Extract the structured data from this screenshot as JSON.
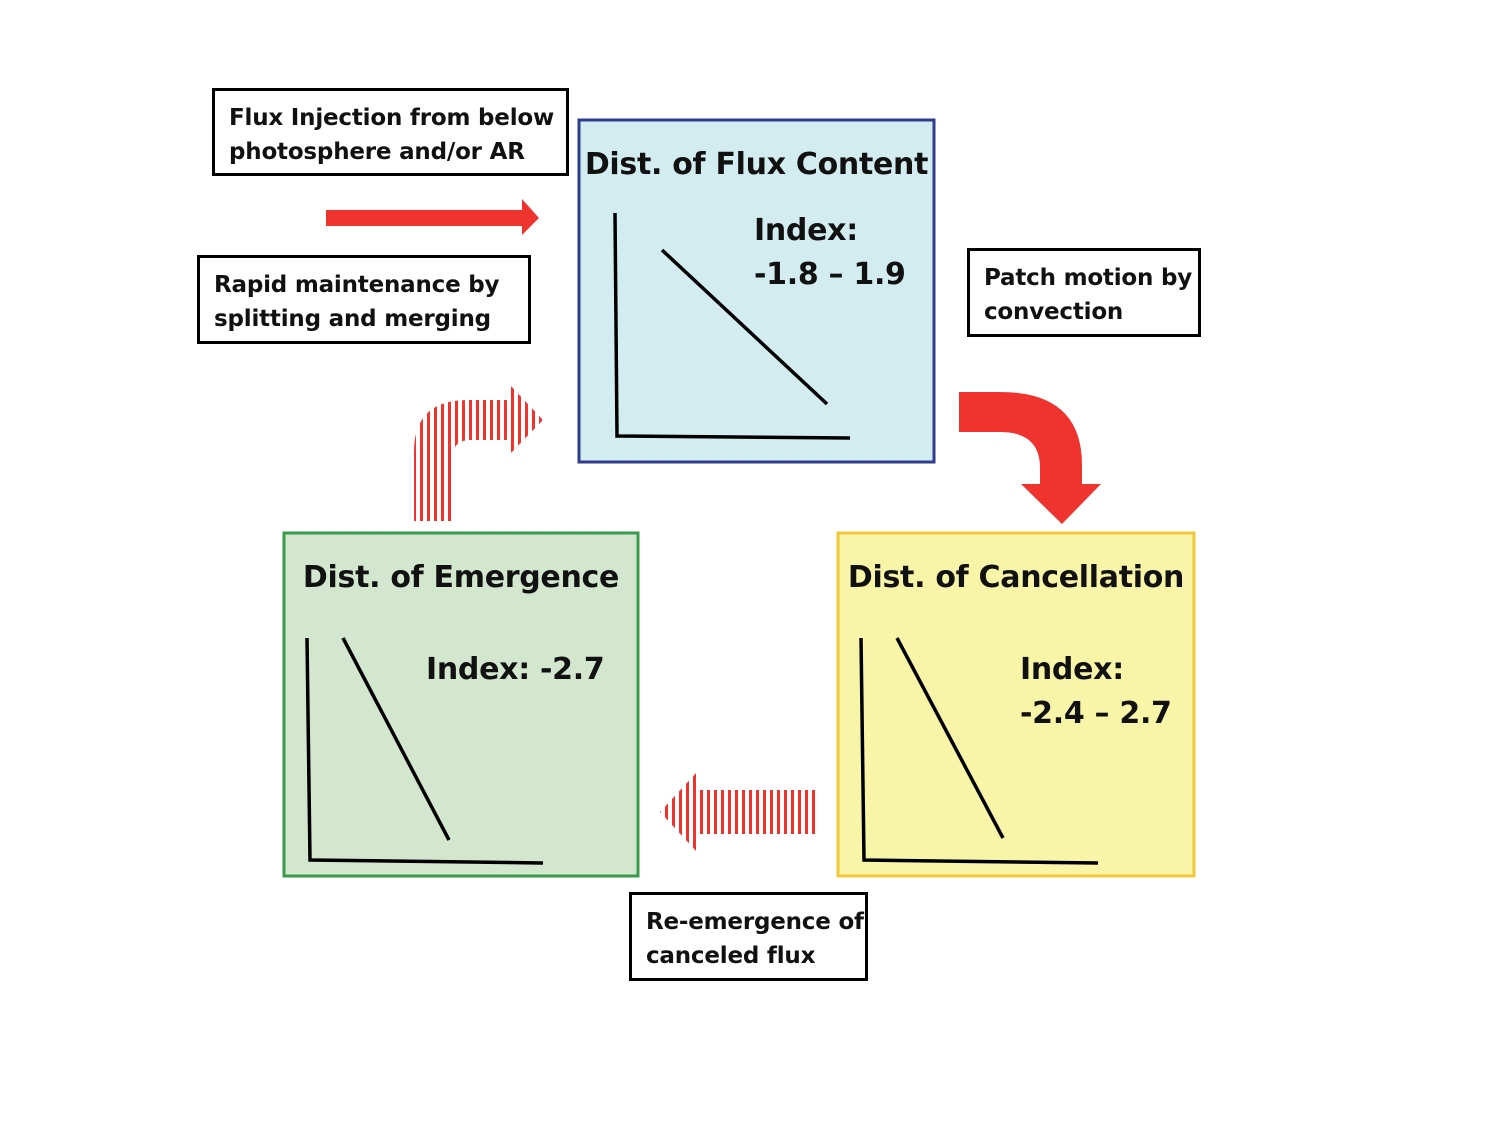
{
  "colors": {
    "flux_fill": "#d3ecf0",
    "flux_border": "#2e3d8c",
    "emergence_fill": "#d3e7cf",
    "emergence_border": "#3a9a4a",
    "cancellation_fill": "#f8f5a8",
    "cancellation_border": "#f2c83a",
    "arrow_red": "#ef3430"
  },
  "notes": {
    "injection": {
      "line1": "Flux Injection from below",
      "line2": "photosphere and/or AR"
    },
    "maintenance": {
      "line1": "Rapid maintenance by",
      "line2": "splitting and merging"
    },
    "patch_motion": {
      "line1": "Patch motion by",
      "line2": "convection"
    },
    "reemergence": {
      "line1": "Re-emergence of",
      "line2": "canceled flux"
    }
  },
  "panels": {
    "flux_content": {
      "title": "Dist. of Flux Content",
      "index_line1": "Index:",
      "index_line2": "-1.8 – 1.9"
    },
    "emergence": {
      "title": "Dist. of Emergence",
      "index_line1": "Index: -2.7"
    },
    "cancellation": {
      "title": "Dist. of Cancellation",
      "index_line1": "Index:",
      "index_line2": "-2.4 – 2.7"
    }
  },
  "icons": {
    "injection_arrow": "arrow-right-icon",
    "motion_arrow": "curved-arrow-down-icon",
    "reemergence_arrow": "hatched-arrow-left-icon",
    "maintenance_arrow": "hatched-curved-arrow-up-right-icon"
  }
}
